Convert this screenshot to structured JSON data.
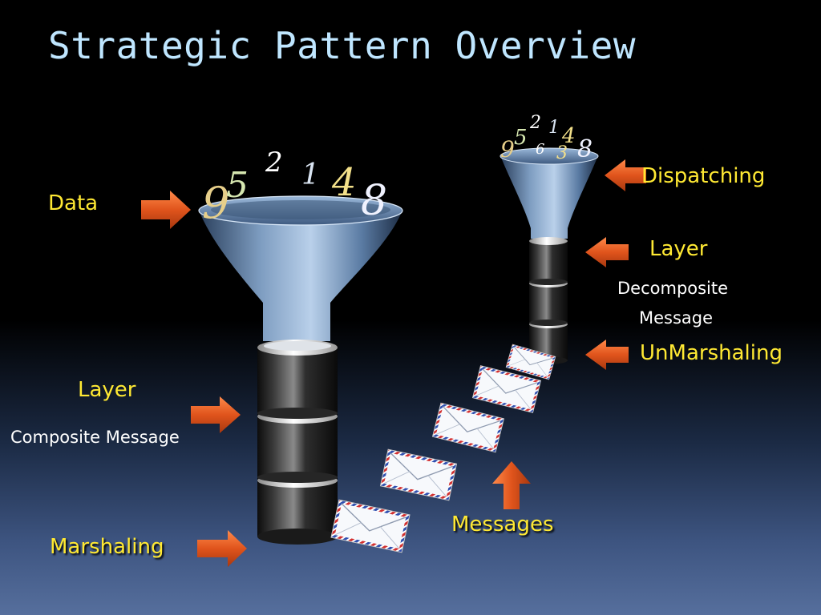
{
  "title": "Strategic Pattern Overview",
  "labels": {
    "data": "Data",
    "layer_left": "Layer",
    "composite_message": "Composite Message",
    "marshaling": "Marshaling",
    "dispatching": "Dispatching",
    "layer_right": "Layer",
    "decomposite_line1": "Decomposite",
    "decomposite_line2": "Message",
    "unmarshaling": "UnMarshaling",
    "messages": "Messages"
  },
  "funnel_left_digits": [
    "9",
    "5",
    "2",
    "1",
    "4",
    "8"
  ],
  "funnel_right_digits": [
    "9",
    "5",
    "6",
    "2",
    "1",
    "3",
    "4",
    "8"
  ],
  "colors": {
    "title": "#bfe6ff",
    "label_yellow": "#ffe933",
    "label_white": "#ffffff",
    "arrow": "#e0541c"
  }
}
